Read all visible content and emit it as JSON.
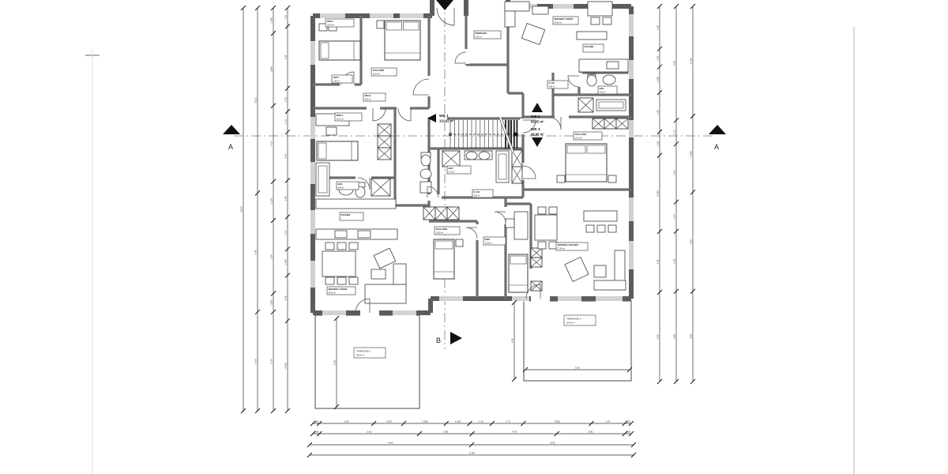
{
  "drawing": {
    "type": "floor-plan",
    "style": "architectural"
  },
  "section_markers": {
    "a": "A",
    "b": "B"
  },
  "apartments": [
    {
      "name": "WE 1",
      "area": "113.62 m²"
    },
    {
      "name": "WE 2",
      "area": "69.25 m²"
    },
    {
      "name": "WE 3",
      "area": "68.90 m²"
    }
  ],
  "terraces": [
    {
      "name": "TERRASSE 1",
      "area": "28.02 m²"
    },
    {
      "name": "TERRASSE 3",
      "area": "28.45 m²"
    }
  ],
  "room_labels": [
    {
      "name": "KIND 1",
      "area": "14.46 m²"
    },
    {
      "name": "SCHLAFEN",
      "area": "15.94 m²"
    },
    {
      "name": "ABST.",
      "area": "1.98 m²"
    },
    {
      "name": "DIELE",
      "area": "9.56 m²"
    },
    {
      "name": "KIND 2",
      "area": "13.15 m²"
    },
    {
      "name": "BAD",
      "area": "8.66 m²"
    },
    {
      "name": "KOCHEN",
      "area": ""
    },
    {
      "name": "WOHNEN / ESSEN",
      "area": "33.09 m²"
    },
    {
      "name": "WINDFANG",
      "area": "4.25 m²"
    },
    {
      "name": "BAD",
      "area": "6.10 m²"
    },
    {
      "name": "FLUR",
      "area": "9.80 m²"
    },
    {
      "name": "WOHNEN / ESSEN",
      "area": "26.80 m²"
    },
    {
      "name": "KOCHEN",
      "area": ""
    },
    {
      "name": "FLUR",
      "area": "4.95 m²"
    },
    {
      "name": "BAD",
      "area": "4.80 m²"
    },
    {
      "name": "SCHLAFEN",
      "area": "14.20 m²"
    },
    {
      "name": "KIND",
      "area": "11.90 m²"
    },
    {
      "name": "SCHLAFEN",
      "area": "12.85 m²"
    },
    {
      "name": "WOHNEN / KOCHEN",
      "area": "27.60 m²"
    }
  ],
  "dimensions": {
    "bottom": [
      [
        ".365",
        "3.05",
        "1.675",
        "2.385",
        "1.315",
        "1.26",
        "1.75",
        "3.815",
        "1.87",
        ".365"
      ],
      [
        ".365",
        "5.61",
        "2.96",
        "4.75",
        "3.81",
        ".365"
      ],
      [
        "8.93",
        "8.93"
      ],
      [
        "17.86"
      ]
    ],
    "left": [
      [
        "1.01",
        "3.38",
        "1.26",
        "1.13",
        "2.64",
        "1.99",
        "1.76",
        "1.435",
        "2.48",
        "4.915"
      ],
      [
        "1.385",
        "3.955",
        "4.14",
        "2.125",
        "3.99",
        "1.005",
        "5.40"
      ],
      [
        "10.11",
        "6.49",
        "5.40"
      ],
      [
        "22.00"
      ]
    ],
    "right": [
      [
        "2.38",
        "1.01",
        "1.435",
        "2.20",
        "1.32",
        "4.255",
        "3.40",
        "5.00"
      ],
      [
        "6.38",
        "1.32",
        "3.25",
        "1.64",
        "3.36",
        "5.05"
      ],
      [
        "6.145",
        "4.255",
        "5.55",
        "5.05"
      ]
    ],
    "terrace1_v": [
      "5.35"
    ],
    "terrace3_v": [
      "4.05"
    ],
    "terrace3_w": [
      "5.63"
    ]
  }
}
